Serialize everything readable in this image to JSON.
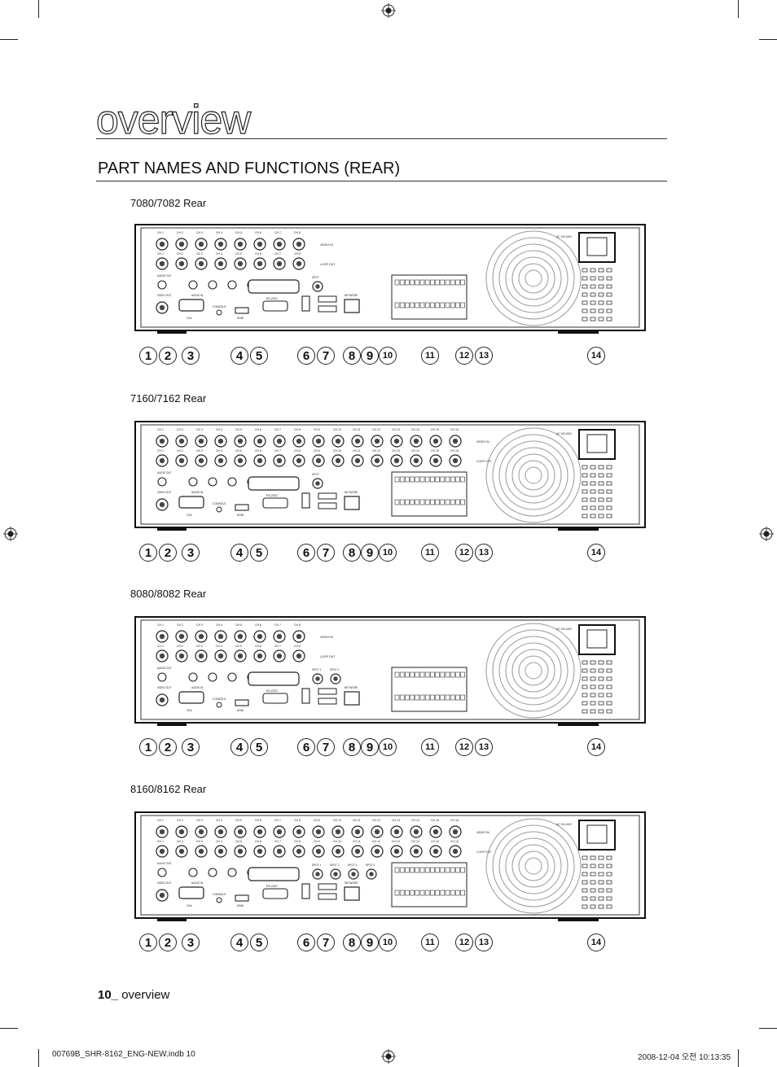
{
  "header": {
    "title": "overview"
  },
  "section": {
    "title": "PART NAMES AND FUNCTIONS (REAR)"
  },
  "panels": [
    {
      "caption": "7080/7082 Rear",
      "channels": 8,
      "spot_outputs": 1
    },
    {
      "caption": "7160/7162 Rear",
      "channels": 16,
      "spot_outputs": 1
    },
    {
      "caption": "8080/8082 Rear",
      "channels": 8,
      "spot_outputs": 2
    },
    {
      "caption": "8160/8162 Rear",
      "channels": 16,
      "spot_outputs": 4
    }
  ],
  "callout_numbers": [
    "1",
    "2",
    "3",
    "4",
    "5",
    "6",
    "7",
    "8",
    "9",
    "10",
    "11",
    "12",
    "13",
    "14"
  ],
  "panel_labels": {
    "rs232": "RS-232C",
    "console": "CONSOLE",
    "hdmi": "HDMI",
    "vga": "VGA",
    "network": "NETWORK",
    "spot": "SPOT",
    "audio_in": "AUDIO IN",
    "loop_out": "LOOP OUT",
    "video_in": "VIDEO IN",
    "audio_out": "AUDIO OUT",
    "video_out": "VIDEO OUT",
    "power": "AC 100-240V"
  },
  "footer": {
    "page_number": "10_",
    "page_label": " overview",
    "file": "00769B_SHR-8162_ENG-NEW.indb   10",
    "timestamp": "2008-12-04   오전 10:13:35"
  }
}
